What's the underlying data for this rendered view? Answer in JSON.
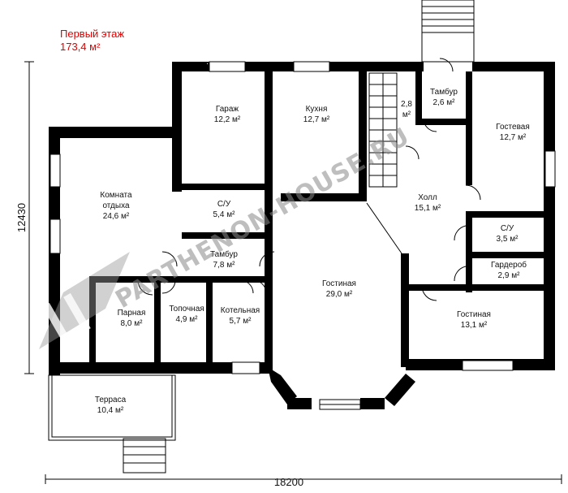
{
  "header": {
    "title": "Первый этаж",
    "area": "173,4 м²"
  },
  "dimensions": {
    "width": "18200",
    "height": "12430"
  },
  "watermark": "PARTHENON-HOUSE.RU",
  "rooms": {
    "garage": {
      "name": "Гараж",
      "area": "12,2 м²"
    },
    "kitchen": {
      "name": "Кухня",
      "area": "12,7 м²"
    },
    "stairs": {
      "name": "2,8",
      "area": "м²"
    },
    "vestibule_top": {
      "name": "Тамбур",
      "area": "2,6 м²"
    },
    "guest": {
      "name": "Гостевая",
      "area": "12,7 м²"
    },
    "rest_room": {
      "name": "Комната",
      "name2": "отдыха",
      "area": "24,6 м²"
    },
    "bath_left": {
      "name": "С/У",
      "area": "5,4 м²"
    },
    "hall": {
      "name": "Холл",
      "area": "15,1 м²"
    },
    "bath_right": {
      "name": "С/У",
      "area": "3,5 м²"
    },
    "vestibule_mid": {
      "name": "Тамбур",
      "area": "7,8 м²"
    },
    "wardrobe": {
      "name": "Гардероб",
      "area": "2,9 м²"
    },
    "living_main": {
      "name": "Гостиная",
      "area": "29,0 м²"
    },
    "sauna": {
      "name": "Парная",
      "area": "8,0 м²"
    },
    "furnace": {
      "name": "Топочная",
      "area": "4,9 м²"
    },
    "boiler": {
      "name": "Котельная",
      "area": "5,7 м²"
    },
    "living_small": {
      "name": "Гостиная",
      "area": "13,1 м²"
    },
    "terrace": {
      "name": "Терраса",
      "area": "10,4 м²"
    }
  }
}
